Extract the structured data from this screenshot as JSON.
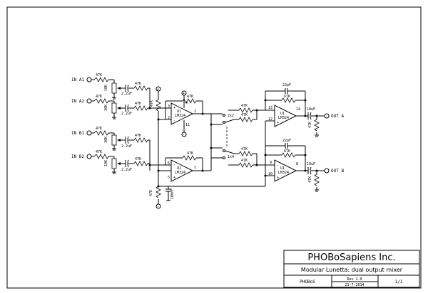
{
  "title_block": {
    "company": "PHOBoSapiens Inc.",
    "project": "Modular Lunetta: dual output mixer",
    "author": "PHOBoS",
    "rev": "Rev 1.0",
    "date": "21-7-2014",
    "sheet": "1/1"
  },
  "inputs": [
    "IN A1",
    "IN A2",
    "IN B1",
    "IN B2"
  ],
  "outputs": [
    "OUT A",
    "OUT B"
  ],
  "parts": {
    "r47k": "47K",
    "pot10k": "10K",
    "cap22uf": "2.2uF",
    "cap10uf": "10uF",
    "cap22pf": "22pF",
    "cap100nf": "100nF",
    "r67k": "67K",
    "ic_name": "U1",
    "ic_type": "LM324",
    "switch_2x2": "2x2",
    "switch_1x4": "1x4"
  },
  "opamps": [
    {
      "id": "A",
      "pins": [
        "3",
        "2",
        "1",
        "4",
        "11"
      ]
    },
    {
      "id": "B",
      "pins": [
        "5",
        "6",
        "7"
      ]
    },
    {
      "id": "C",
      "pins": [
        "13",
        "12",
        "14"
      ]
    },
    {
      "id": "D",
      "pins": [
        "9",
        "10",
        "8"
      ]
    }
  ]
}
